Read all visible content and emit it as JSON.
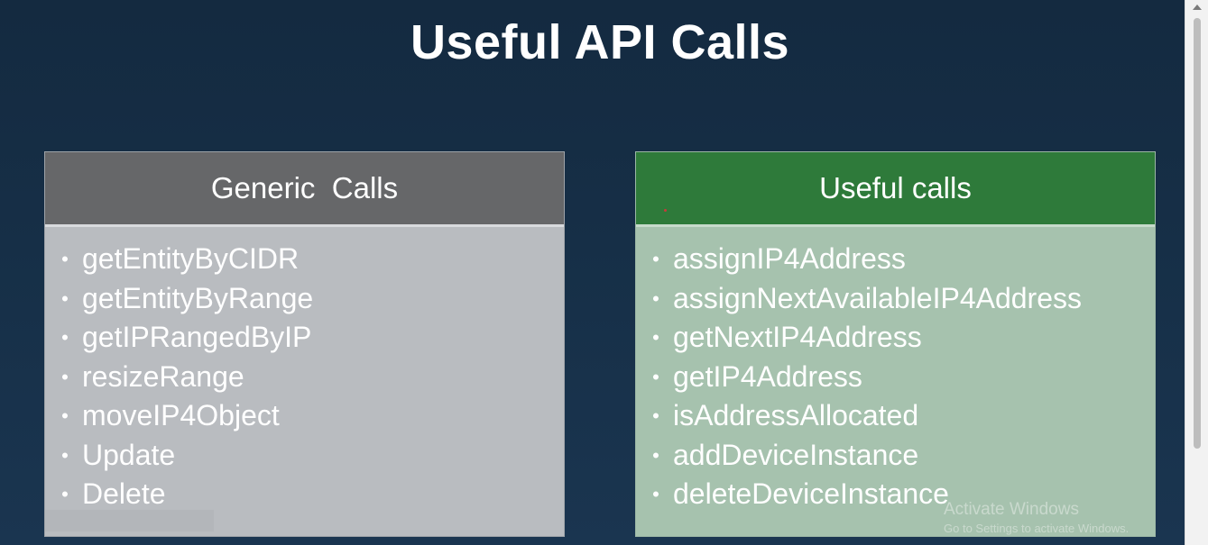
{
  "slide": {
    "title": "Useful API Calls"
  },
  "generic_panel": {
    "header": "Generic  Calls",
    "items": [
      "getEntityByCIDR",
      "getEntityByRange",
      "getIPRangedByIP",
      "resizeRange",
      "moveIP4Object",
      "Update",
      "Delete"
    ]
  },
  "useful_panel": {
    "header": "Useful calls",
    "items": [
      "assignIP4Address",
      "assignNextAvailableIP4Address",
      "getNextIP4Address",
      "getIP4Address",
      "isAddressAllocated",
      "addDeviceInstance",
      "deleteDeviceInstance"
    ]
  },
  "bullet_glyph": "•",
  "watermark": {
    "line1": "Activate Windows",
    "line2": "Go to Settings to activate Windows."
  },
  "colors": {
    "background": "#162f47",
    "generic_header": "#666769",
    "generic_body": "#b9bcc0",
    "useful_header": "#2e7a3a",
    "useful_body": "#a6c2ae",
    "text": "#ffffff"
  }
}
